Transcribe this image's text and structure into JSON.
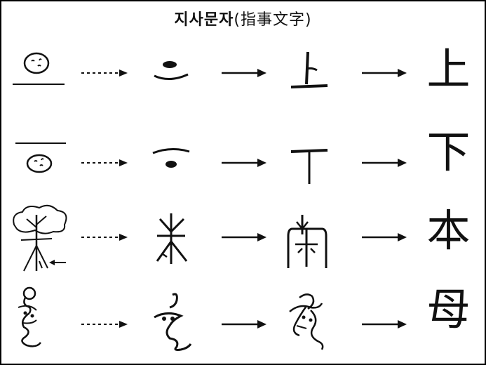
{
  "title": {
    "korean": "지사문자",
    "hanja": "(指事文字)"
  },
  "rows": [
    {
      "name": "up",
      "final": "上"
    },
    {
      "name": "down",
      "final": "下"
    },
    {
      "name": "root",
      "final": "本"
    },
    {
      "name": "mother",
      "final": "母"
    }
  ]
}
